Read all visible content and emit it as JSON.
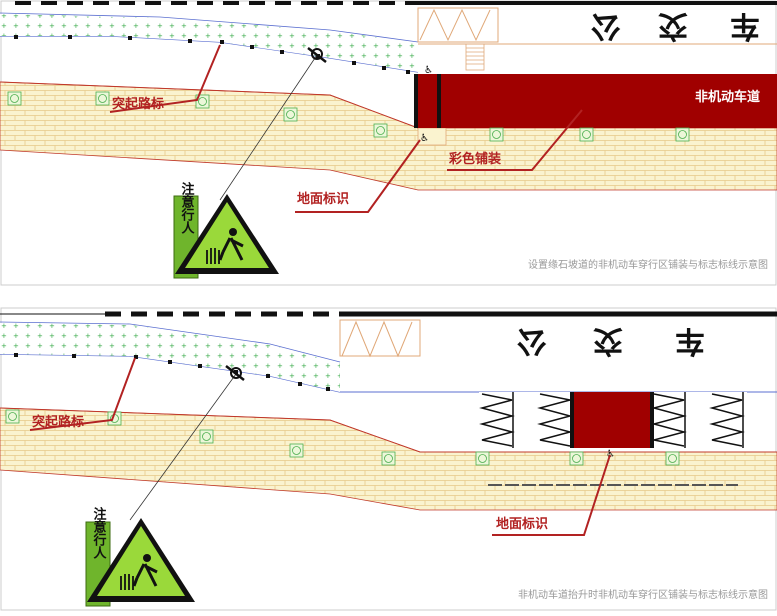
{
  "colors": {
    "kerb_red": "#c0392b",
    "paving_red": "#a00000",
    "callout": "#b22222",
    "brick_fill": "#faf3cf",
    "brick_line": "#e7c989",
    "green_dots": "#33a844",
    "green_sign": "#6fb52c",
    "sign_inner": "#9ad93a",
    "blue_line": "#5b6fd0",
    "orange_line": "#e0a878"
  },
  "top_panel": {
    "road_text": [
      "公",
      "交",
      "车"
    ],
    "lane_label": "非机动车道",
    "callouts": {
      "raised_marker": "突起路标",
      "colored_paving": "彩色铺装",
      "ground_marking": "地面标识"
    },
    "sign_text": "注意行人",
    "caption": "设置缘石坡道的非机动车穿行区铺装与标志标线示意图"
  },
  "bottom_panel": {
    "road_text": [
      "公",
      "交",
      "车"
    ],
    "callouts": {
      "raised_marker": "突起路标",
      "ground_marking": "地面标识"
    },
    "sign_text": "注意行人",
    "caption": "非机动车道抬升时非机动车穿行区铺装与标志标线示意图"
  },
  "icons": {
    "wheelchair": "wheelchair-bicycle-icon",
    "pedestrian": "pedestrian-crossing-icon",
    "raised_marker": "raised-marker-icon"
  }
}
